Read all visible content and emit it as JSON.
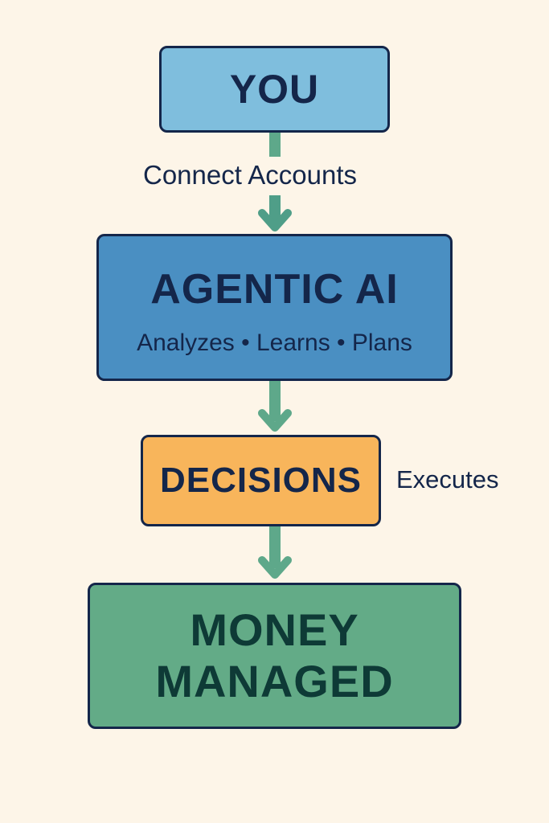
{
  "diagram": {
    "type": "flowchart",
    "direction": "top-to-bottom",
    "colors": {
      "background": "#fdf5e8",
      "border": "#14264a",
      "arrow": "#5ea88a",
      "you_fill": "#7fbedd",
      "agentic_ai_fill": "#4a8fc2",
      "decisions_fill": "#f8b55b",
      "money_managed_fill": "#63ab87"
    },
    "nodes": {
      "you": {
        "title": "YOU"
      },
      "agentic_ai": {
        "title": "AGENTIC AI",
        "subtitle": "Analyzes • Learns • Plans"
      },
      "decisions": {
        "title": "DECISIONS"
      },
      "money_managed": {
        "title_line1": "MONEY",
        "title_line2": "MANAGED"
      }
    },
    "edges": [
      {
        "from": "you",
        "to": "agentic_ai",
        "label": "Connect Accounts"
      },
      {
        "from": "agentic_ai",
        "to": "decisions",
        "label": ""
      },
      {
        "from": "decisions",
        "to": "money_managed",
        "label": "Executes"
      }
    ]
  }
}
